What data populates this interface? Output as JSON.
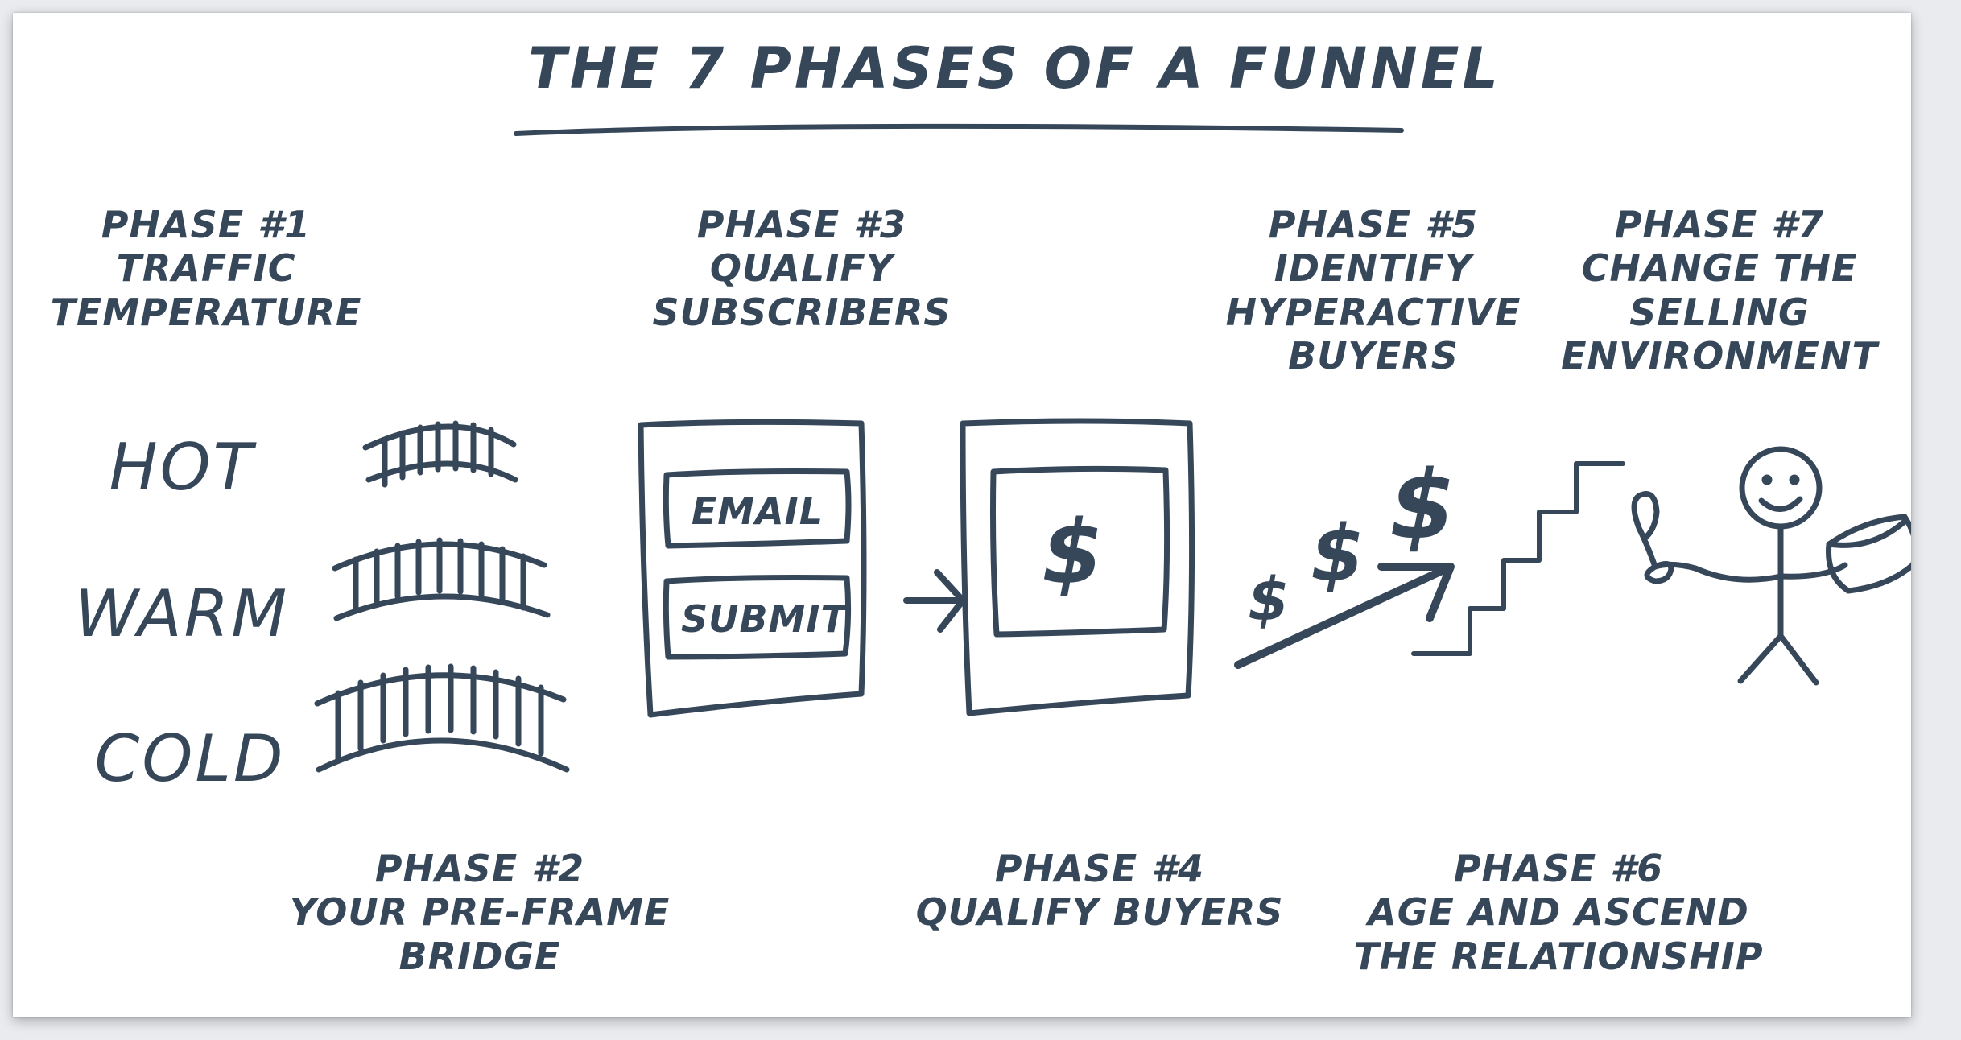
{
  "title": "THE 7 PHASES OF A FUNNEL",
  "phases": [
    {
      "heading": "PHASE #1",
      "line1": "TRAFFIC",
      "line2": "TEMPERATURE",
      "line3": ""
    },
    {
      "heading": "PHASE #2",
      "line1": "YOUR PRE-FRAME",
      "line2": "BRIDGE",
      "line3": ""
    },
    {
      "heading": "PHASE #3",
      "line1": "QUALIFY",
      "line2": "SUBSCRIBERS",
      "line3": ""
    },
    {
      "heading": "PHASE #4",
      "line1": "QUALIFY BUYERS",
      "line2": "",
      "line3": ""
    },
    {
      "heading": "PHASE #5",
      "line1": "IDENTIFY",
      "line2": "HYPERACTIVE",
      "line3": "BUYERS"
    },
    {
      "heading": "PHASE #6",
      "line1": "AGE AND ASCEND",
      "line2": "THE RELATIONSHIP",
      "line3": ""
    },
    {
      "heading": "PHASE #7",
      "line1": "CHANGE THE",
      "line2": "SELLING",
      "line3": "ENVIRONMENT"
    }
  ],
  "temperatures": [
    "HOT",
    "WARM",
    "COLD"
  ],
  "form": {
    "email_label": "EMAIL",
    "submit_label": "SUBMIT"
  },
  "symbols": {
    "dollar": "$"
  },
  "colors": {
    "ink": "#36475a",
    "background": "#ffffff"
  }
}
